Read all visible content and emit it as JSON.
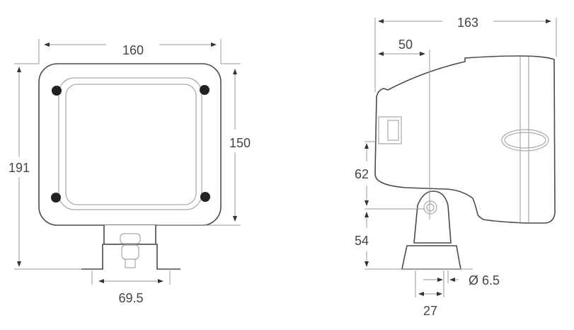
{
  "front_view": {
    "width_label": "160",
    "overall_height_label": "191",
    "housing_height_label": "150",
    "foot_spacing_label": "69.5"
  },
  "side_view": {
    "depth_label": "163",
    "pivot_offset_label": "50",
    "pivot_to_housing_label": "62",
    "pivot_height_label": "54",
    "bolt_diameter_label": "Ø 6.5",
    "base_offset_label": "27"
  },
  "colors": {
    "outline": "#4a4a4a",
    "dimension": "#9a9a9a",
    "screw": "#222222"
  }
}
